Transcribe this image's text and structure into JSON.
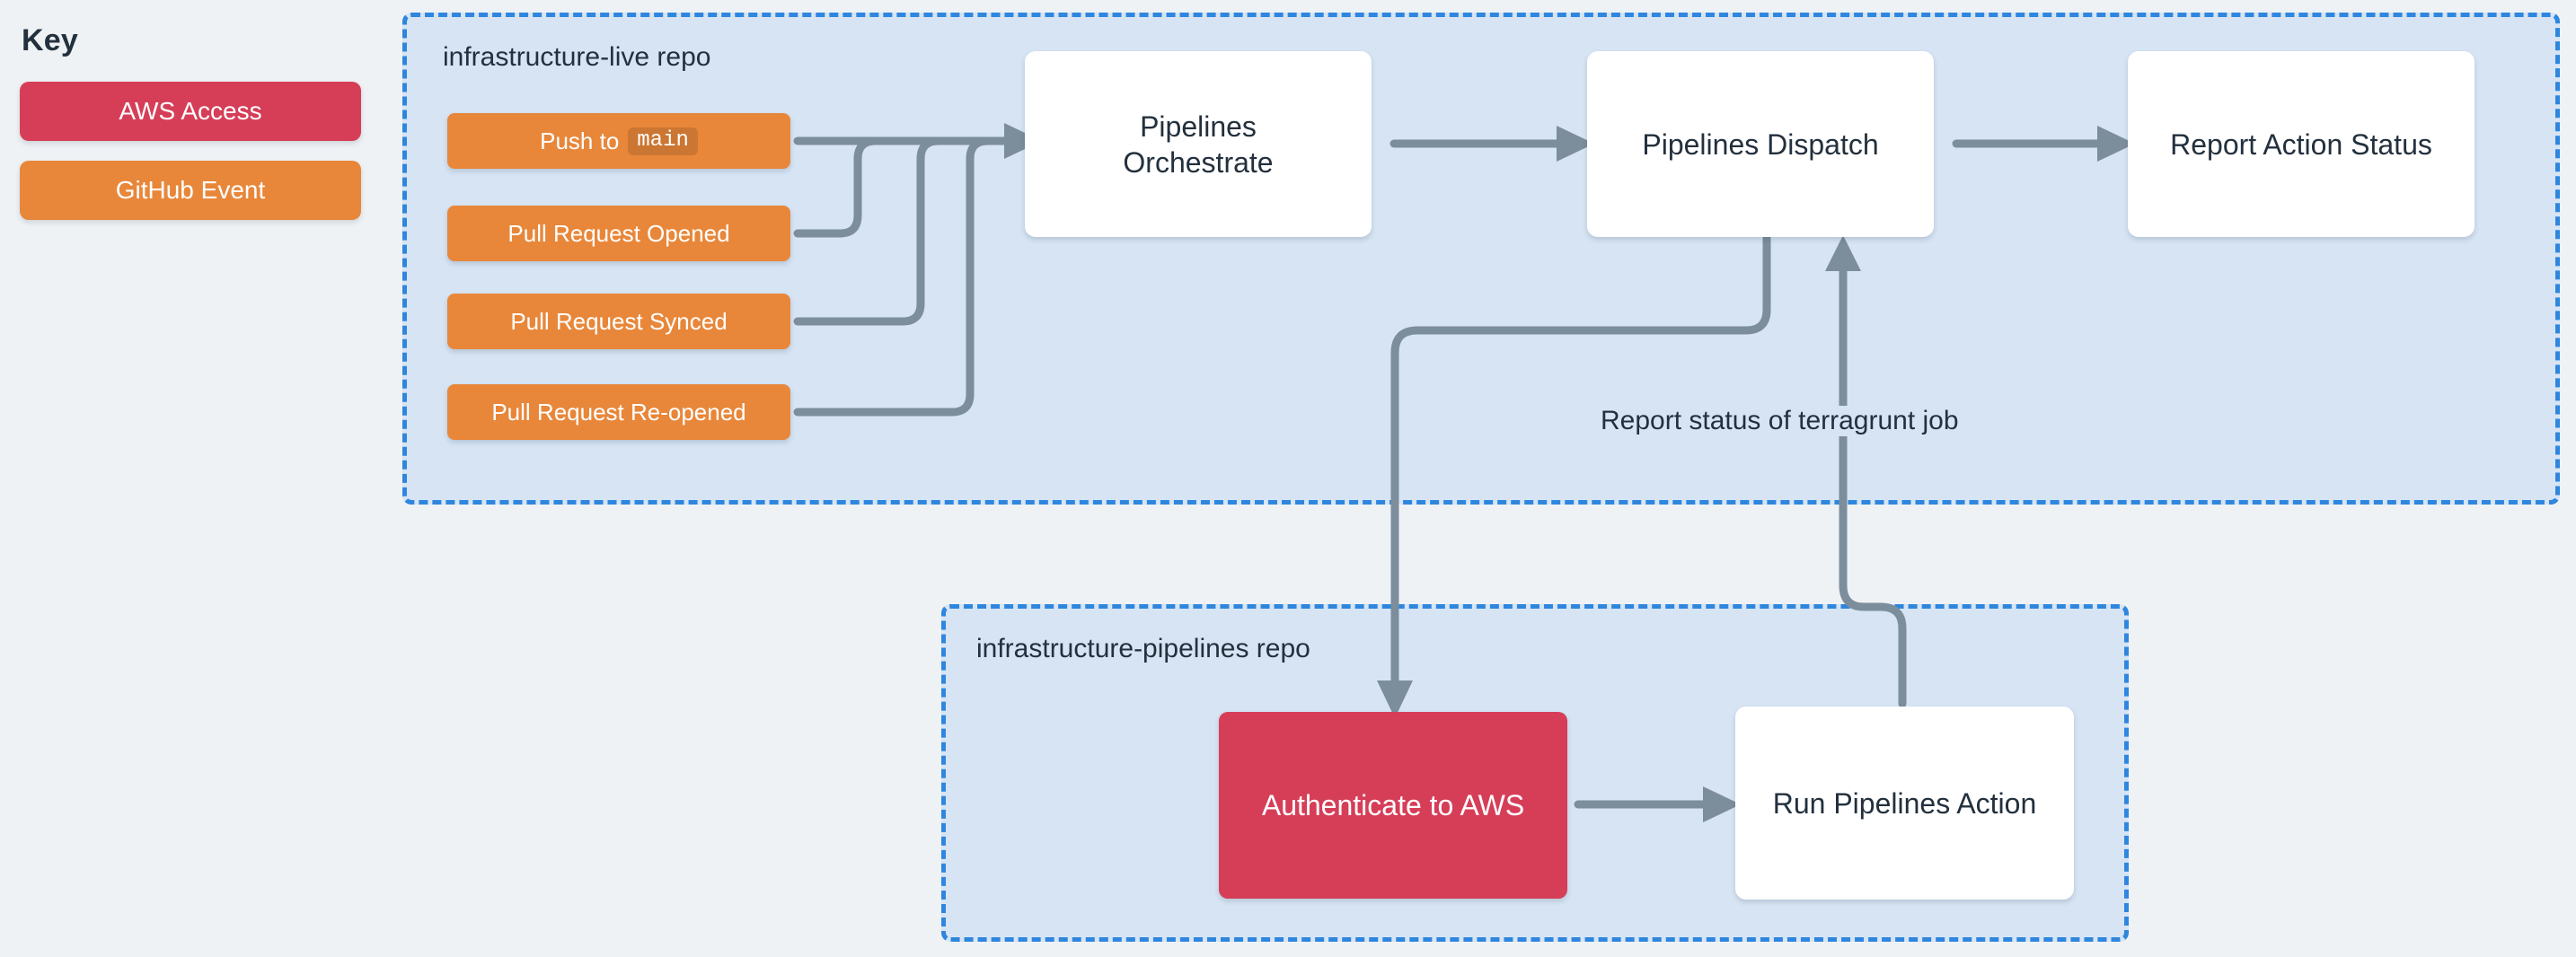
{
  "key": {
    "title": "Key",
    "items": [
      {
        "label": "AWS Access",
        "color": "#d63e58"
      },
      {
        "label": "GitHub Event",
        "color": "#e8873a"
      }
    ]
  },
  "diagram": {
    "type": "flowchart",
    "background": "#eef2f5",
    "containers": [
      {
        "id": "infrastructure-live",
        "label": "infrastructure-live repo",
        "fill": "#d6e4f4",
        "border": "#2e86de",
        "border_style": "dashed"
      },
      {
        "id": "infrastructure-pipelines",
        "label": "infrastructure-pipelines repo",
        "fill": "#d6e4f4",
        "border": "#2e86de",
        "border_style": "dashed"
      }
    ],
    "nodes": [
      {
        "id": "push-to-main",
        "label": "Push to",
        "code": "main",
        "kind": "github-event",
        "color": "#e8873a",
        "container": "infrastructure-live"
      },
      {
        "id": "pr-opened",
        "label": "Pull Request Opened",
        "kind": "github-event",
        "color": "#e8873a",
        "container": "infrastructure-live"
      },
      {
        "id": "pr-synced",
        "label": "Pull Request Synced",
        "kind": "github-event",
        "color": "#e8873a",
        "container": "infrastructure-live"
      },
      {
        "id": "pr-reopened",
        "label": "Pull Request Re-opened",
        "kind": "github-event",
        "color": "#e8873a",
        "container": "infrastructure-live"
      },
      {
        "id": "pipelines-orchestrate",
        "label_line1": "Pipelines",
        "label_line2": "Orchestrate",
        "kind": "step",
        "color": "#ffffff",
        "container": "infrastructure-live"
      },
      {
        "id": "pipelines-dispatch",
        "label": "Pipelines Dispatch",
        "kind": "step",
        "color": "#ffffff",
        "container": "infrastructure-live"
      },
      {
        "id": "report-action-status",
        "label": "Report Action Status",
        "kind": "step",
        "color": "#ffffff",
        "container": "infrastructure-live"
      },
      {
        "id": "authenticate-to-aws",
        "label": "Authenticate to AWS",
        "kind": "aws-access",
        "color": "#d63e58",
        "container": "infrastructure-pipelines"
      },
      {
        "id": "run-pipelines-action",
        "label": "Run Pipelines Action",
        "kind": "step",
        "color": "#ffffff",
        "container": "infrastructure-pipelines"
      }
    ],
    "edges": [
      {
        "from": "push-to-main",
        "to": "pipelines-orchestrate",
        "label": ""
      },
      {
        "from": "pr-opened",
        "to": "pipelines-orchestrate",
        "label": ""
      },
      {
        "from": "pr-synced",
        "to": "pipelines-orchestrate",
        "label": ""
      },
      {
        "from": "pr-reopened",
        "to": "pipelines-orchestrate",
        "label": ""
      },
      {
        "from": "pipelines-orchestrate",
        "to": "pipelines-dispatch",
        "label": ""
      },
      {
        "from": "pipelines-dispatch",
        "to": "report-action-status",
        "label": ""
      },
      {
        "from": "pipelines-dispatch",
        "to": "authenticate-to-aws",
        "label": ""
      },
      {
        "from": "authenticate-to-aws",
        "to": "run-pipelines-action",
        "label": ""
      },
      {
        "from": "run-pipelines-action",
        "to": "pipelines-dispatch",
        "label": "Report status of terragrunt job"
      }
    ],
    "edge_color": "#7c8d9c"
  }
}
